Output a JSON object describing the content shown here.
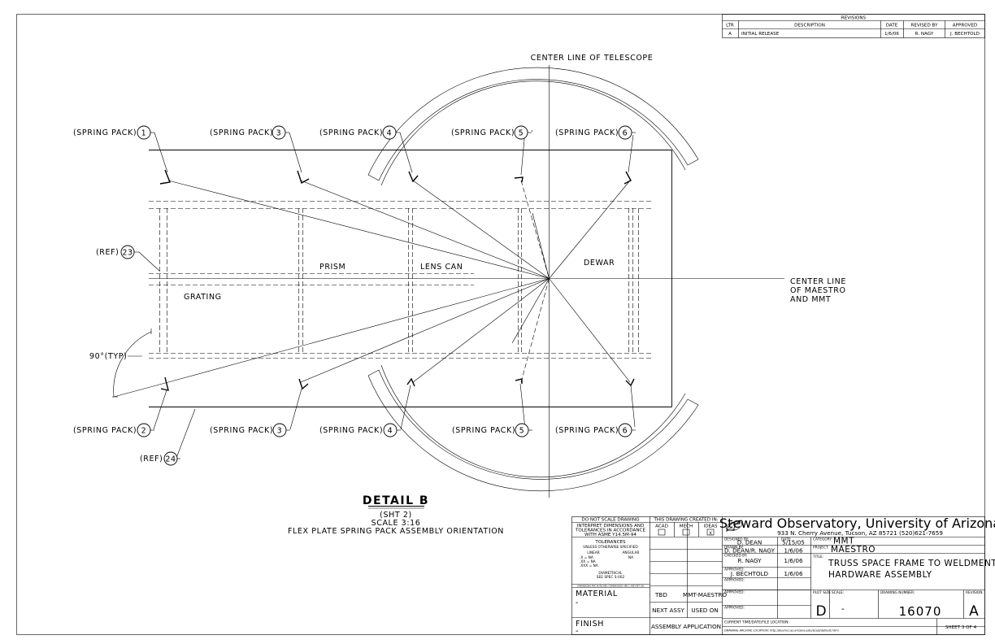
{
  "revisions": {
    "title": "REVISIONS",
    "headers": [
      "LTR",
      "DESCRIPTION",
      "DATE",
      "REVISED BY",
      "APPROVED"
    ],
    "rows": [
      [
        "A",
        "INITIAL RELEASE",
        "1/6/06",
        "R. NAGY",
        "J. BECHTOLD"
      ]
    ]
  },
  "labels": {
    "center_line_telescope": "CENTER LINE OF TELESCOPE",
    "center_line_maestro": [
      "CENTER LINE",
      "OF MAESTRO",
      "AND MMT"
    ],
    "grating": "GRATING",
    "prism": "PRISM",
    "lens_can": "LENS CAN",
    "dewar": "DEWAR",
    "angle": "90°(TYP)"
  },
  "callouts": [
    {
      "text": "(SPRING PACK)",
      "num": "1"
    },
    {
      "text": "(SPRING PACK)",
      "num": "3"
    },
    {
      "text": "(SPRING PACK)",
      "num": "4"
    },
    {
      "text": "(SPRING PACK)",
      "num": "5"
    },
    {
      "text": "(SPRING PACK)",
      "num": "6"
    },
    {
      "text": "(SPRING PACK)",
      "num": "2"
    },
    {
      "text": "(SPRING PACK)",
      "num": "3"
    },
    {
      "text": "(SPRING PACK)",
      "num": "4"
    },
    {
      "text": "(SPRING PACK)",
      "num": "5"
    },
    {
      "text": "(SPRING PACK)",
      "num": "6"
    },
    {
      "text": "(REF)",
      "num": "23"
    },
    {
      "text": "(REF)",
      "num": "24"
    }
  ],
  "detail": {
    "title": "DETAIL B",
    "sheet": "(SHT 2)",
    "scale": "SCALE 3:16",
    "caption": "FLEX PLATE SPRING PACK ASSEMBLY ORIENTATION"
  },
  "title_block": {
    "dns": "DO NOT SCALE DRAWING",
    "interp": [
      "INTERPRET DIMENSIONS AND",
      "TOLERANCES IN ACCORDANCE",
      "WITH ASME Y14.5M-94"
    ],
    "tol_title": "TOLERANCES",
    "tol_sub": "UNLESS OTHERWISE SPECIFIED",
    "linear": "LINEAR",
    "angular": "ANGULAR",
    "tol_rows": [
      ".X   = NA",
      ".XX  = NA",
      ".XXX = NA"
    ],
    "tol_ang": "NA",
    "diametrical": "DIAMETRICAL",
    "spec": "SEE SPEC S-002",
    "dims_note": "DIMENSIONS ARE IN INCHES / DIMENSIONS ARE 1 ARE MET ON",
    "material": "MATERIAL",
    "material_val": "-",
    "finish": "FINISH",
    "finish_val": "-",
    "created_in": "THIS DRAWING CREATED IN:",
    "cad": [
      "ACAD",
      "MECH",
      "IDEAS"
    ],
    "ideas_mark": "X",
    "tbd": "TBD",
    "mmt_maestro": "MMT-MAESTRO",
    "next_assy": "NEXT ASSY",
    "used_on": "USED ON",
    "assembly_app": "ASSEMBLY APPLICATION",
    "org": "Steward Observatory, University of Arizona",
    "address": "933 N. Cherry Avenue, Tucson, AZ  85721   (520)621-7659",
    "designed_by_label": "DESIGNED BY:",
    "designed_by": "D. DEAN",
    "date_label": "DATE:",
    "designed_date": "5/15/05",
    "drawn_by_label": "DRAWN BY:",
    "drawn_by": "D. DEAN/R. NAGY",
    "drawn_date": "1/6/06",
    "checked_by_label": "CHECKED BY:",
    "checked_by": "R. NAGY",
    "checked_date": "1/6/06",
    "approved_label": "APPROVED:",
    "approved_by": "J. BECHTOLD",
    "approved_date": "1/6/06",
    "category_label": "CATEGORY:",
    "category": "MMT",
    "project_label": "PROJECT:",
    "project": "MAESTRO",
    "title_label": "TITLE:",
    "title_lines": [
      "TRUSS SPACE FRAME TO WELDMENT",
      "HARDWARE ASSEMBLY"
    ],
    "plot_size_label": "PLOT SIZE",
    "plot_size": "D",
    "scale_label": "SCALE:",
    "scale_val": "-",
    "dwg_no_label": "DRAWING NUMBER:",
    "dwg_no": "16070",
    "rev_label": "REVISION:",
    "rev": "A",
    "current_loc": "CURRENT TIME/DATE/FILE LOCATION:",
    "archive_loc": "DRAWING ARCHIVE LOCATION: http://devinci.as.arizona.edu/bcad/default.html",
    "sheet": "SHEET 3 OF 4"
  }
}
